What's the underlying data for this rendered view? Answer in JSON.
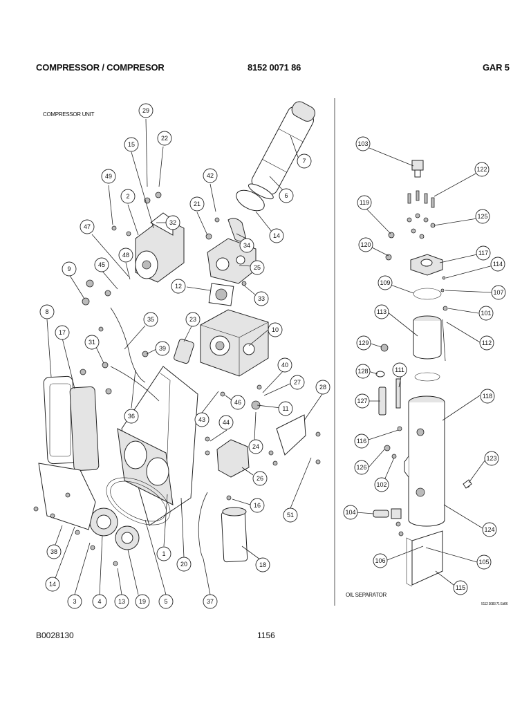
{
  "header": {
    "title": "COMPRESSOR / COMPRESOR",
    "part_number": "8152 0071 86",
    "section": "GAR 5"
  },
  "left_panel": {
    "caption": "COMPRESSOR UNIT"
  },
  "right_panel": {
    "caption": "OIL SEPARATOR",
    "drawing_ref": "5112 3083 71 Ed06"
  },
  "footer": {
    "doc_code": "B0028130",
    "page_number": "1156"
  },
  "callouts": [
    "29",
    "22",
    "15",
    "7",
    "49",
    "2",
    "42",
    "6",
    "32",
    "21",
    "47",
    "34",
    "14",
    "48",
    "45",
    "25",
    "9",
    "12",
    "33",
    "23",
    "10",
    "35",
    "8",
    "17",
    "31",
    "39",
    "40",
    "27",
    "28",
    "36",
    "46",
    "11",
    "44",
    "43",
    "24",
    "26",
    "51",
    "16",
    "1",
    "20",
    "38",
    "14",
    "3",
    "4",
    "13",
    "19",
    "5",
    "37",
    "18",
    "103",
    "122",
    "119",
    "125",
    "120",
    "117",
    "114",
    "109",
    "107",
    "113",
    "101",
    "112",
    "129",
    "128",
    "111",
    "118",
    "127",
    "116",
    "126",
    "102",
    "123",
    "104",
    "124",
    "106",
    "105",
    "115"
  ]
}
